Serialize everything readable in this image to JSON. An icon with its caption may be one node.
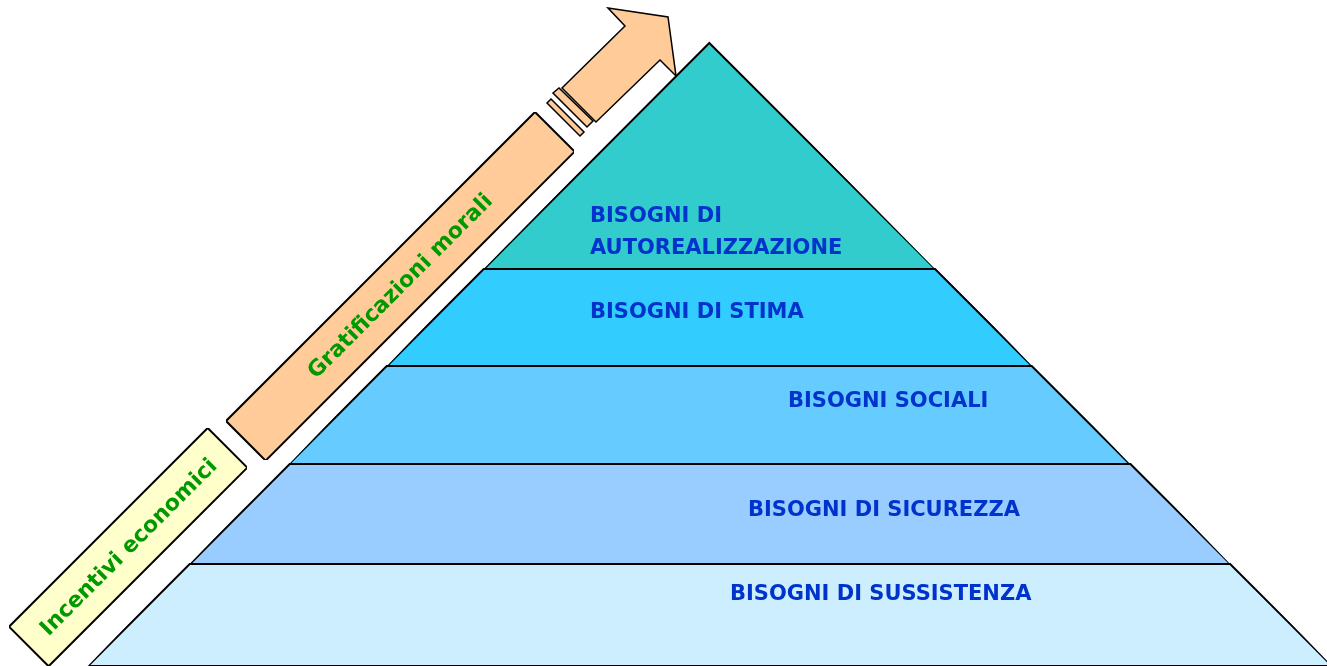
{
  "diagram": {
    "nodes": [
      {
        "text": [
          "BISOGNI DI AUTOREALIZZAZIONE"
        ]
      },
      {
        "text": [
          "BISOGNI DI STIMA"
        ]
      },
      {
        "text": [
          "BISOGNI SOCIALI"
        ]
      },
      {
        "text": [
          "BISOGNI DI SICUREZZA"
        ]
      },
      {
        "text": [
          "BISOGNI DI SUSSISTENZA"
        ]
      },
      {
        "text": [
          "Gratificazioni morali"
        ]
      },
      {
        "text": [
          "Incentivi economici"
        ]
      }
    ]
  }
}
